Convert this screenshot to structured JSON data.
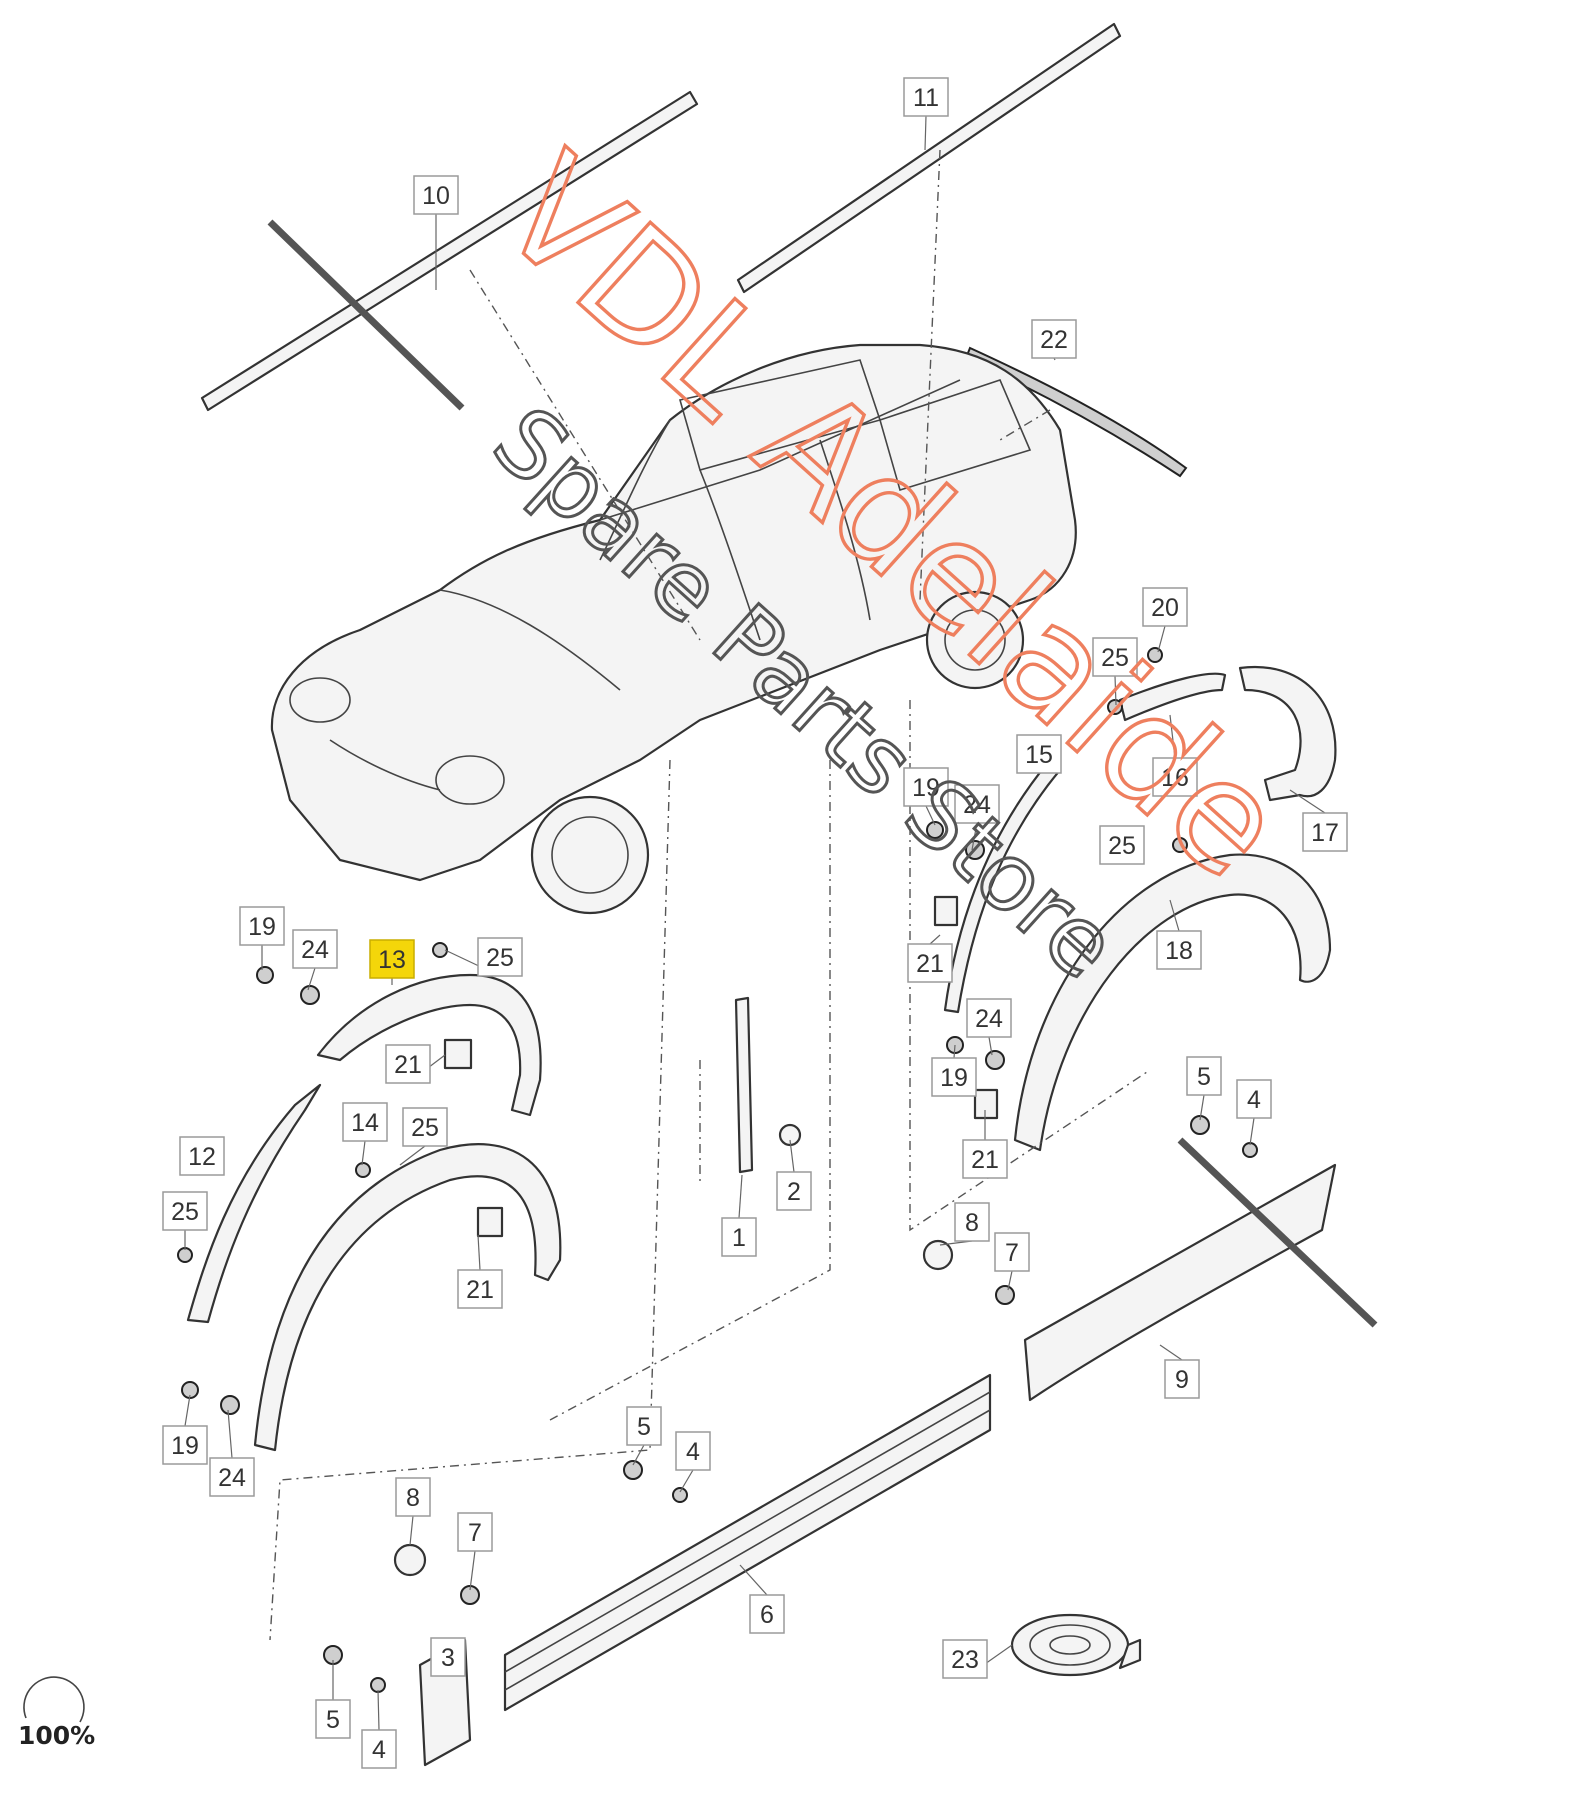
{
  "diagram": {
    "callouts": [
      {
        "label": "10"
      },
      {
        "label": "11"
      },
      {
        "label": "22"
      },
      {
        "label": "20"
      },
      {
        "label": "25"
      },
      {
        "label": "15"
      },
      {
        "label": "16"
      },
      {
        "label": "17"
      },
      {
        "label": "19"
      },
      {
        "label": "24"
      },
      {
        "label": "25"
      },
      {
        "label": "21"
      },
      {
        "label": "18"
      },
      {
        "label": "24"
      },
      {
        "label": "19"
      },
      {
        "label": "21"
      },
      {
        "label": "5"
      },
      {
        "label": "4"
      },
      {
        "label": "8"
      },
      {
        "label": "7"
      },
      {
        "label": "9"
      },
      {
        "label": "19"
      },
      {
        "label": "24"
      },
      {
        "label": "13",
        "highlighted": true
      },
      {
        "label": "25"
      },
      {
        "label": "21"
      },
      {
        "label": "12"
      },
      {
        "label": "25"
      },
      {
        "label": "14"
      },
      {
        "label": "25"
      },
      {
        "label": "21"
      },
      {
        "label": "1"
      },
      {
        "label": "2"
      },
      {
        "label": "19"
      },
      {
        "label": "24"
      },
      {
        "label": "5"
      },
      {
        "label": "4"
      },
      {
        "label": "8"
      },
      {
        "label": "7"
      },
      {
        "label": "6"
      },
      {
        "label": "3"
      },
      {
        "label": "5"
      },
      {
        "label": "4"
      },
      {
        "label": "23"
      }
    ],
    "zoom_label": "100%"
  },
  "watermark": {
    "line1": "VDL Adelaide",
    "line2": "Spare Parts Store"
  },
  "colors": {
    "highlight": "#f4d60a",
    "watermark_red": "#ee7f5e",
    "watermark_gray": "#555555"
  }
}
